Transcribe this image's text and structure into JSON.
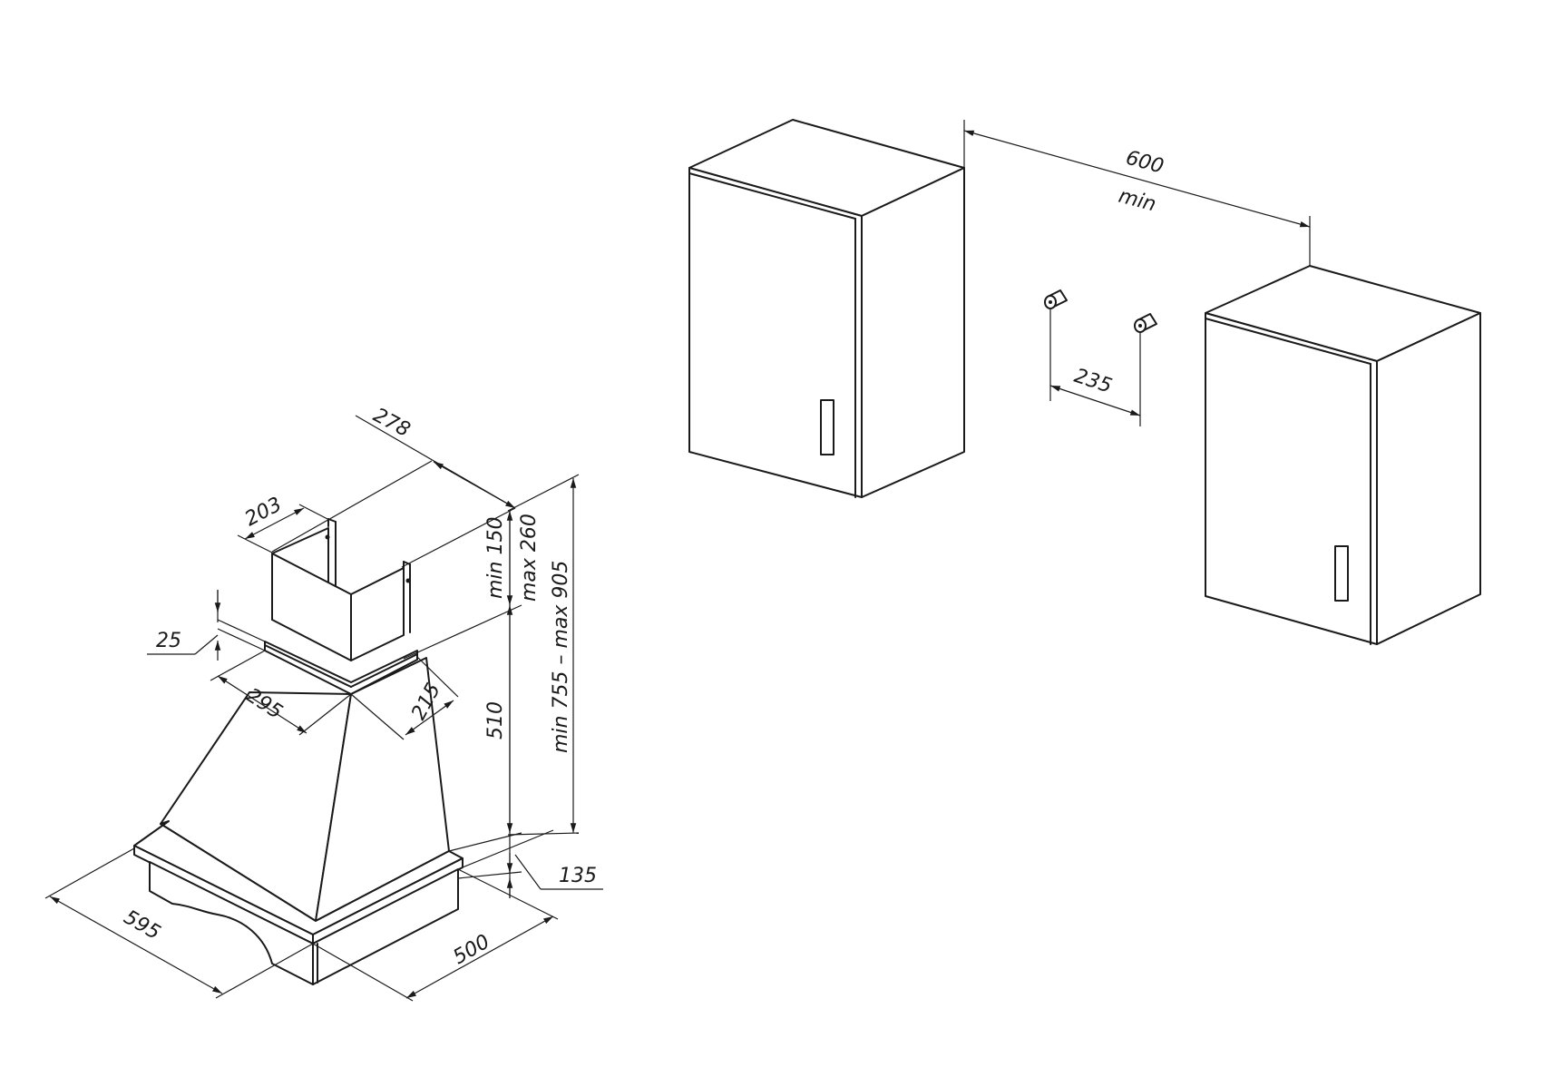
{
  "drawing": {
    "hood": {
      "width_label": "595",
      "depth_label": "500",
      "chimney_width_label": "278",
      "chimney_depth_label": "203",
      "flange_offset_label": "25",
      "collar_width_label": "295",
      "collar_depth_label": "215",
      "body_height_label": "510",
      "top_range_min_label": "min 150",
      "top_range_max_label": "max 260",
      "total_height_label": "min 755 – max 905",
      "base_height_label": "135"
    },
    "cabinets": {
      "gap_label": "600",
      "gap_qualifier": "min",
      "bracket_spacing_label": "235"
    }
  }
}
